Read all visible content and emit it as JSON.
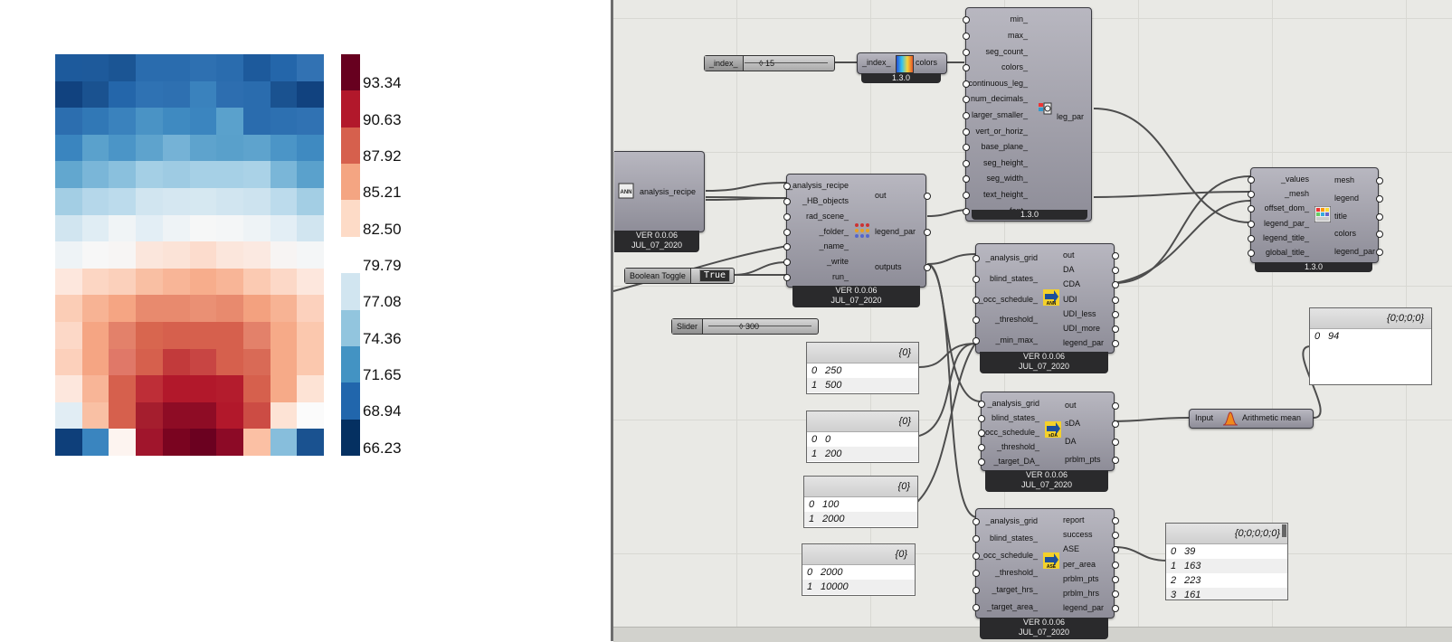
{
  "heatmap": {
    "palette": [
      "#053061",
      "#2166ac",
      "#4393c3",
      "#92c5de",
      "#d1e5f0",
      "#f7f7f7",
      "#fddbc7",
      "#f4a582",
      "#d6604d",
      "#b2182b",
      "#67001f"
    ],
    "cells": [
      [
        "#1d5a9c",
        "#1e5a9b",
        "#1b5594",
        "#2a6cae",
        "#2a6cae",
        "#2e70b1",
        "#2a6cae",
        "#1d5a9c",
        "#2466aa",
        "#3272b3"
      ],
      [
        "#11427f",
        "#1a5290",
        "#2466aa",
        "#2f72b3",
        "#2e70b1",
        "#3a82bd",
        "#2d6eb0",
        "#2a6cae",
        "#1a5290",
        "#11427f"
      ],
      [
        "#2c6eaf",
        "#3178b6",
        "#3a82bd",
        "#4a93c5",
        "#3f8ac1",
        "#3b85bf",
        "#5aa1cc",
        "#2a6cae",
        "#2d70b1",
        "#3072b3"
      ],
      [
        "#3a85bf",
        "#5aa1cc",
        "#4b95c7",
        "#5ea3cd",
        "#75b2d6",
        "#5ea3cd",
        "#59a0cb",
        "#5ea3cd",
        "#4b95c7",
        "#3f8ac1"
      ],
      [
        "#62a7cf",
        "#7ab6d8",
        "#8ac0dd",
        "#a4cfe5",
        "#9ecbe3",
        "#a6d0e6",
        "#a6d0e6",
        "#aad2e7",
        "#7ab6d8",
        "#5aa1cc"
      ],
      [
        "#a3cee4",
        "#b5d7ea",
        "#bcdbec",
        "#d1e5f0",
        "#d5e7f1",
        "#d6e8f1",
        "#d1e5f0",
        "#cde3ef",
        "#bcdbec",
        "#a3cee4"
      ],
      [
        "#d1e5f0",
        "#e0edf4",
        "#f0f4f6",
        "#e3eef5",
        "#eef3f6",
        "#f6f7f7",
        "#f4f6f7",
        "#eef3f6",
        "#e3eef5",
        "#d1e5f0"
      ],
      [
        "#eef3f6",
        "#f7f7f7",
        "#f7f5f4",
        "#fbe6dc",
        "#fbe3d7",
        "#fcdccd",
        "#fbe6dc",
        "#fbe9e1",
        "#f7f4f3",
        "#f4f6f7"
      ],
      [
        "#fde7dd",
        "#fcd6c3",
        "#fbd0bb",
        "#f9bfa3",
        "#f8b597",
        "#f7ad8c",
        "#f8b597",
        "#fbcab2",
        "#fcd8c7",
        "#fde7dd"
      ],
      [
        "#fbcdb6",
        "#f7b394",
        "#f5a583",
        "#e88a6e",
        "#e88a6e",
        "#ea9074",
        "#e88a6e",
        "#f3a17f",
        "#f7b394",
        "#fcd1bd"
      ],
      [
        "#fcd8c7",
        "#f5a583",
        "#e3816a",
        "#d8664f",
        "#d6604d",
        "#d6604d",
        "#d6604d",
        "#e3816a",
        "#f6aa88",
        "#fbc8ae"
      ],
      [
        "#fcd0bb",
        "#f5a583",
        "#e07868",
        "#d6604d",
        "#c23a3b",
        "#c84543",
        "#d6604d",
        "#d96a56",
        "#f6aa88",
        "#fbc8ae"
      ],
      [
        "#fde7dd",
        "#f8b597",
        "#d6604d",
        "#be2e37",
        "#b2182b",
        "#b2182b",
        "#b41c2d",
        "#d6604d",
        "#f6aa88",
        "#fde3d5"
      ],
      [
        "#e1edf4",
        "#f9c0a4",
        "#d6604d",
        "#a51e2e",
        "#8e0c25",
        "#8e0c25",
        "#b2182b",
        "#cc4c44",
        "#fde3d5",
        "#fbfbfb"
      ],
      [
        "#0e3f7a",
        "#3a85bf",
        "#fdf4f0",
        "#a0152c",
        "#7a0420",
        "#6b0120",
        "#8c0a26",
        "#fbc0a4",
        "#87bedc",
        "#1a5290"
      ]
    ]
  },
  "legend": {
    "colors": [
      "#67001f",
      "#b2182b",
      "#d6604d",
      "#f4a582",
      "#fddbc7",
      "#ffffff",
      "#d1e5f0",
      "#92c5de",
      "#4393c3",
      "#2166ac",
      "#053061"
    ],
    "labels": [
      "93.34",
      "90.63",
      "87.92",
      "85.21",
      "82.50",
      "79.79",
      "77.08",
      "74.36",
      "71.65",
      "68.94",
      "66.23"
    ]
  },
  "components": {
    "legend_par": {
      "inputs": [
        "min_",
        "max_",
        "seg_count_",
        "colors_",
        "continuous_leg_",
        "num_decimals_",
        "larger_smaller_",
        "vert_or_horiz_",
        "base_plane_",
        "seg_height_",
        "seg_width_",
        "text_height_",
        "font_"
      ],
      "output": "leg_par",
      "version": "1.3.0"
    },
    "gradient": {
      "input": "_index_",
      "output": "colors",
      "version": "1.3.0"
    },
    "index_slider": {
      "name": "_index_",
      "value": "◊ 15"
    },
    "analysis_recipe": {
      "output": "analysis_recipe",
      "version": "VER 0.0.06",
      "date": "JUL_07_2020"
    },
    "run_daylight": {
      "inputs": [
        "_analysis_recipe",
        "_HB_objects",
        "rad_scene_",
        "_folder_",
        "_name_",
        "_write",
        "run_"
      ],
      "outputs": [
        "out",
        "legend_par",
        "outputs"
      ],
      "version": "VER 0.0.06",
      "date": "JUL_07_2020"
    },
    "toggle": {
      "name": "Boolean Toggle",
      "value": "True"
    },
    "slider300": {
      "name": "Slider",
      "value": "◊ 300"
    },
    "annual": {
      "inputs": [
        "_analysis_grid",
        "blind_states_",
        "_occ_schedule_",
        "_threshold_",
        "_min_max_"
      ],
      "outputs": [
        "out",
        "DA",
        "CDA",
        "UDI",
        "UDI_less",
        "UDI_more",
        "legend_par"
      ],
      "version": "VER 0.0.06",
      "date": "JUL_07_2020"
    },
    "sda": {
      "inputs": [
        "_analysis_grid",
        "blind_states_",
        "_occ_schedule_",
        "_threshold_",
        "_target_DA_"
      ],
      "outputs": [
        "out",
        "sDA",
        "DA",
        "prblm_pts"
      ],
      "version": "VER 0.0.06",
      "date": "JUL_07_2020"
    },
    "ase": {
      "inputs": [
        "_analysis_grid",
        "blind_states_",
        "_occ_schedule_",
        "_threshold_",
        "_target_hrs_",
        "_target_area_"
      ],
      "outputs": [
        "report",
        "success",
        "ASE",
        "per_area",
        "prblm_pts",
        "prblm_hrs",
        "legend_par"
      ],
      "version": "VER 0.0.06",
      "date": "JUL_07_2020"
    },
    "recolor": {
      "inputs": [
        "_values",
        "_mesh",
        "offset_dom_",
        "legend_par_",
        "legend_title_",
        "global_title_"
      ],
      "outputs": [
        "mesh",
        "legend",
        "title",
        "colors",
        "legend_par"
      ],
      "version": "1.3.0"
    },
    "average": {
      "input": "Input",
      "output": "Arithmetic mean"
    }
  },
  "panels": {
    "p1": {
      "header": "{0}",
      "rows": [
        [
          "0",
          "250"
        ],
        [
          "1",
          "500"
        ]
      ]
    },
    "p2": {
      "header": "{0}",
      "rows": [
        [
          "0",
          "0"
        ],
        [
          "1",
          "200"
        ]
      ]
    },
    "p3": {
      "header": "{0}",
      "rows": [
        [
          "0",
          "100"
        ],
        [
          "1",
          "2000"
        ]
      ]
    },
    "p4": {
      "header": "{0}",
      "rows": [
        [
          "0",
          "2000"
        ],
        [
          "1",
          "10000"
        ]
      ]
    },
    "p5": {
      "header": "{0;0;0;0}",
      "rows": [
        [
          "0",
          "94"
        ]
      ]
    },
    "p6": {
      "header": "{0;0;0;0;0}",
      "rows": [
        [
          "0",
          "39"
        ],
        [
          "1",
          "163"
        ],
        [
          "2",
          "223"
        ],
        [
          "3",
          "161"
        ]
      ]
    }
  }
}
